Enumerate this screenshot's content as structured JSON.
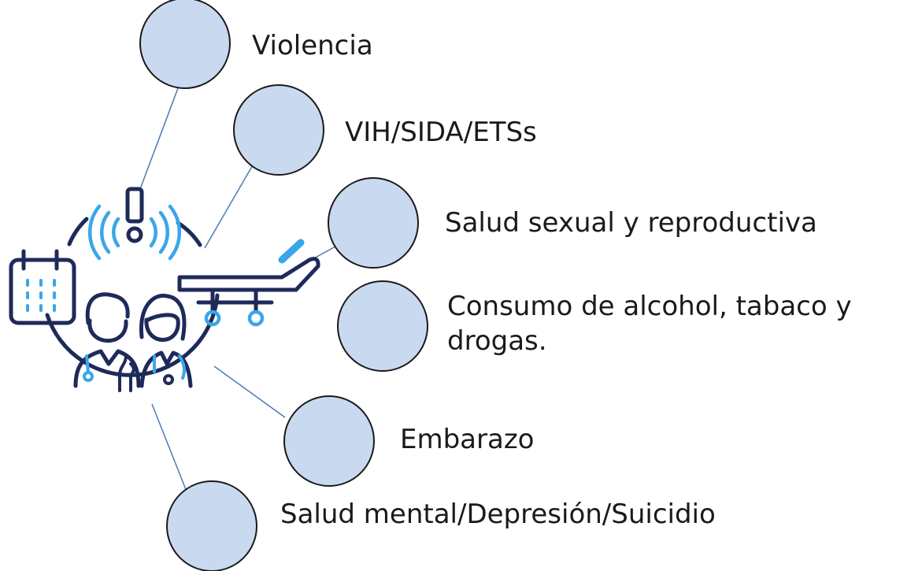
{
  "colors": {
    "node_fill": "#c9d9f0",
    "node_stroke": "#1a1a1a",
    "connector": "#4a7bb0",
    "icon_navy": "#1e2a5a",
    "icon_blue": "#3aa6ea"
  },
  "center_icon": "medical-care-icon",
  "nodes": [
    {
      "label": "Violencia"
    },
    {
      "label": "VIH/SIDA/ETSs"
    },
    {
      "label": "Salud sexual y reproductiva"
    },
    {
      "label": "Consumo de alcohol, tabaco y drogas."
    },
    {
      "label": "Embarazo"
    },
    {
      "label": "Salud mental/Depresión/Suicidio"
    }
  ]
}
